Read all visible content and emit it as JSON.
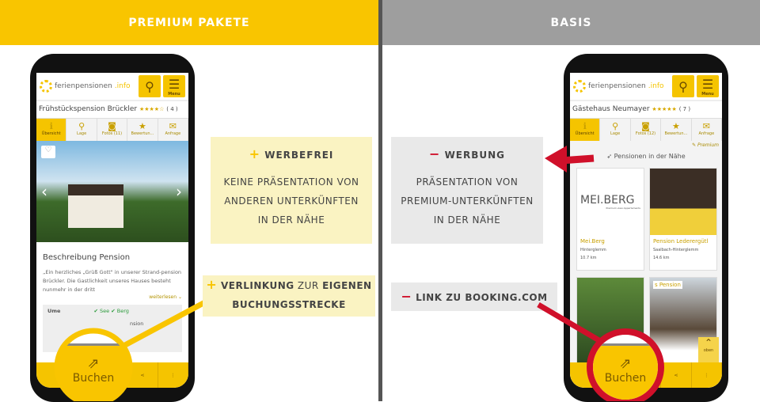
{
  "left": {
    "header": "PREMIUM PAKETE",
    "color": "#F9C500",
    "app": {
      "logo": "ferienpensionen",
      "logo_tld": ".info",
      "menu": "Menu",
      "title": "Frühstückspension Brückler",
      "stars": "★★★★☆",
      "reviews": "( 4 )",
      "tabs": [
        {
          "icon": "ℹ",
          "label": "Übersicht"
        },
        {
          "icon": "⚲",
          "label": "Lage"
        },
        {
          "icon": "◙",
          "label": "Fotos (11)"
        },
        {
          "icon": "★",
          "label": "Bewertun..."
        },
        {
          "icon": "✉",
          "label": "Anfrage"
        }
      ],
      "desc_title": "Beschreibung Pension",
      "desc": "„Ein herzliches „Grüß Gott\" in unserer Strand-pension Brückler. Die Gastlichkeit unseres Hauses besteht nunmehr in der dritt",
      "read_more": "weiterlesen ⌄",
      "env_label": "Ume",
      "env_tags": "✔ See  ✔ Berg",
      "env_more": "nsion",
      "book": "Buchen"
    },
    "callout1": {
      "sign": "+",
      "title": "WERBEFREI",
      "text": "KEINE PRÄSENTATION VON ANDEREN UNTERKÜNFTEN IN DER NÄHE"
    },
    "callout2": {
      "sign": "+",
      "a": "VERLINKUNG",
      "b": " ZUR ",
      "c": "EIGENEN",
      "d": "BUCHUNGSSTRECKE"
    }
  },
  "right": {
    "header": "BASIS",
    "color": "#9E9E9E",
    "app": {
      "title": "Gästehaus Neumayer",
      "stars": "★★★★★",
      "reviews": "( 7 )",
      "tabs": [
        {
          "icon": "ℹ",
          "label": "Übersicht"
        },
        {
          "icon": "⚲",
          "label": "Lage"
        },
        {
          "icon": "◙",
          "label": "Fotos (12)"
        },
        {
          "icon": "★",
          "label": "Bewertun..."
        },
        {
          "icon": "✉",
          "label": "Anfrage"
        }
      ],
      "premium": "✎ Premium",
      "nearby": "Pensionen in der Nähe",
      "cards": [
        {
          "logo": "MEI.BERG",
          "sub": "Premium view Appartements",
          "name": "Mei.Berg",
          "place": "Hinterglemm",
          "dist": "10.7 km"
        },
        {
          "name": "Pension Lederergütl",
          "place": "Saalbach-Hinterglemm",
          "dist": "14.6 km"
        }
      ],
      "card3": "s Pension",
      "top": "oben",
      "book": "Buchen"
    },
    "callout1": {
      "sign": "−",
      "title": "WERBUNG",
      "text": "PRÄSENTATION VON PREMIUM-UNTERKÜNFTEN IN DER NÄHE"
    },
    "callout2": {
      "sign": "−",
      "title": "LINK ZU BOOKING.COM"
    }
  }
}
